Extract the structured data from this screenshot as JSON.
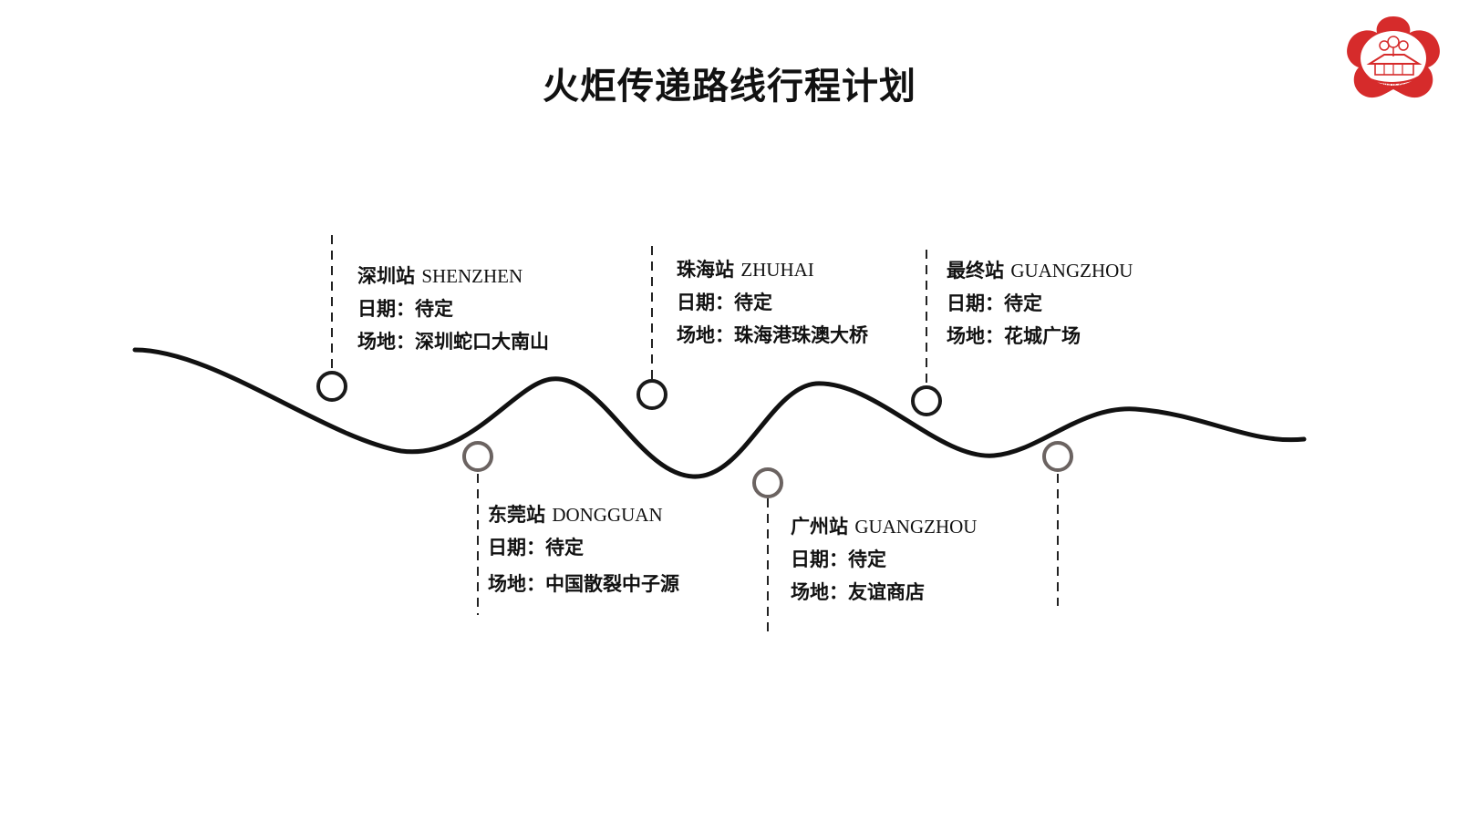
{
  "page": {
    "title": "火炬传递路线行程计划"
  },
  "colors": {
    "line": "#111111",
    "node_stroke": "#1a1a1a",
    "node_stroke_gray": "#6b6361",
    "logo_red": "#d62b2b"
  },
  "logo": {
    "icon": "red-plum-blossom-logo",
    "text": "XINHUA CUN"
  },
  "stops": [
    {
      "name_cn": "深圳站",
      "name_en": "SHENZHEN",
      "date_label": "日期：",
      "date_value": "待定",
      "venue_label": "场地：",
      "venue_value": "深圳蛇口大南山"
    },
    {
      "name_cn": "东莞站",
      "name_en": "DONGGUAN",
      "date_label": "日期：",
      "date_value": "待定",
      "venue_label": "场地：",
      "venue_value": "中国散裂中子源"
    },
    {
      "name_cn": "珠海站",
      "name_en": "ZHUHAI",
      "date_label": "日期：",
      "date_value": "待定",
      "venue_label": "场地：",
      "venue_value": "珠海港珠澳大桥"
    },
    {
      "name_cn": "广州站",
      "name_en": "GUANGZHOU",
      "date_label": "日期：",
      "date_value": "待定",
      "venue_label": "场地：",
      "venue_value": "友谊商店"
    },
    {
      "name_cn": "最终站",
      "name_en": "GUANGZHOU",
      "date_label": "日期：",
      "date_value": "待定",
      "venue_label": "场地：",
      "venue_value": "花城广场"
    }
  ]
}
